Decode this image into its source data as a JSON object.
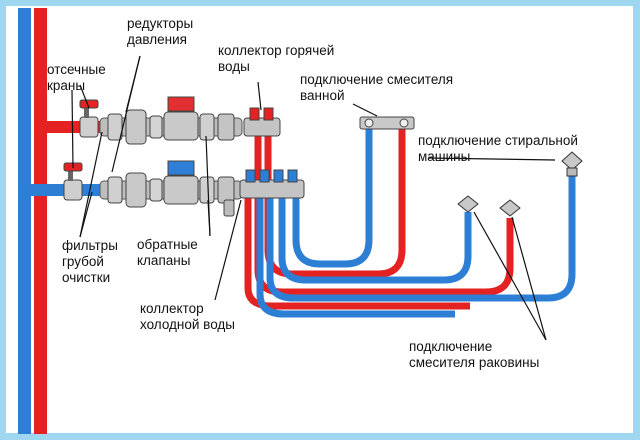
{
  "labels": {
    "reducers": "редукторы\nдавления",
    "shutoff_valves": "отсечные\nкраны",
    "hot_collector": "коллектор горячей\nводы",
    "bath_mixer": "подключение смесителя\nванной",
    "washing_machine": "подключение стиральной\nмашины",
    "coarse_filters": "фильтры\nгрубой\nочистки",
    "check_valves": "обратные\nклапаны",
    "cold_collector": "коллектор\nхолодной воды",
    "sink_mixer": "подключение\nсмесителя раковины"
  },
  "colors": {
    "frame": "#9fd7f0",
    "hot": "#e52222",
    "cold": "#2d7fd6",
    "metal": "#b8b8b8",
    "meter_red": "#e23030",
    "meter_blue": "#2f7fd6"
  }
}
